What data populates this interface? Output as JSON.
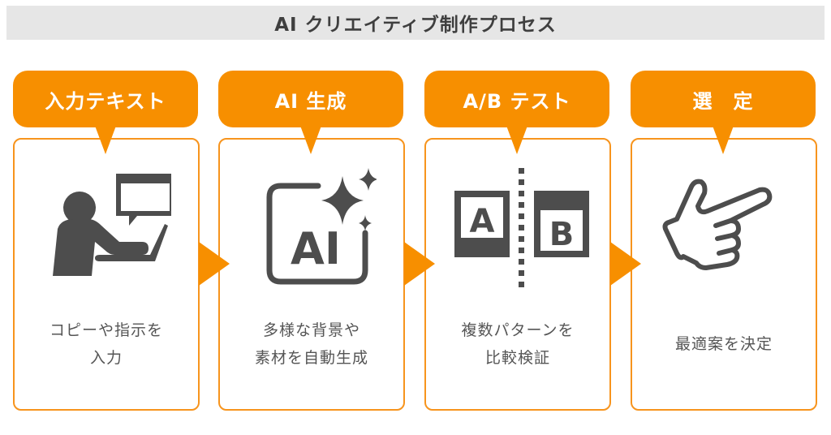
{
  "title": "AI クリエイティブ制作プロセス",
  "colors": {
    "accent": "#f78f00",
    "border": "#f7941d",
    "icon": "#4d4d4d",
    "title_bg": "#e6e6e6",
    "text": "#555555"
  },
  "steps": [
    {
      "label": "入力テキスト",
      "icon": "person-laptop-speech-icon",
      "desc_lines": [
        "コピーや指示を",
        "入力"
      ]
    },
    {
      "label": "AI 生成",
      "icon": "ai-sparkle-icon",
      "desc_lines": [
        "多様な背景や",
        "素材を自動生成"
      ]
    },
    {
      "label": "A/B テスト",
      "icon": "ab-test-icon",
      "desc_lines": [
        "複数パターンを",
        "比較検証"
      ]
    },
    {
      "label": "選　定",
      "icon": "pointing-hand-icon",
      "desc_lines": [
        "最適案を決定"
      ]
    }
  ],
  "icon_text": {
    "ai": "AI",
    "a": "A",
    "b": "B"
  }
}
